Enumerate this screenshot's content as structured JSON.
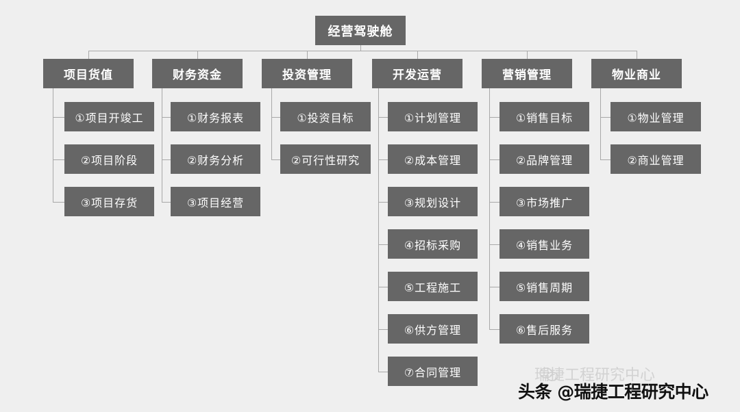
{
  "root": "经营驾驶舱",
  "columns": [
    {
      "title": "项目货值",
      "items": [
        "①项目开竣工",
        "②项目阶段",
        "③项目存货"
      ]
    },
    {
      "title": "财务资金",
      "items": [
        "①财务报表",
        "②财务分析",
        "③项目经营"
      ]
    },
    {
      "title": "投资管理",
      "items": [
        "①投资目标",
        "②可行性研究"
      ]
    },
    {
      "title": "开发运营",
      "items": [
        "①计划管理",
        "②成本管理",
        "③规划设计",
        "④招标采购",
        "⑤工程施工",
        "⑥供方管理",
        "⑦合同管理"
      ]
    },
    {
      "title": "营销管理",
      "items": [
        "①销售目标",
        "②品牌管理",
        "③市场推广",
        "④销售业务",
        "⑤销售周期",
        "⑥售后服务"
      ]
    },
    {
      "title": "物业商业",
      "items": [
        "①物业管理",
        "②商业管理"
      ]
    }
  ],
  "watermark": {
    "top_text": "瑞捷工程研究中心",
    "bottom_text": "头条 @瑞捷工程研究中心",
    "icon": "wechat-icon"
  }
}
